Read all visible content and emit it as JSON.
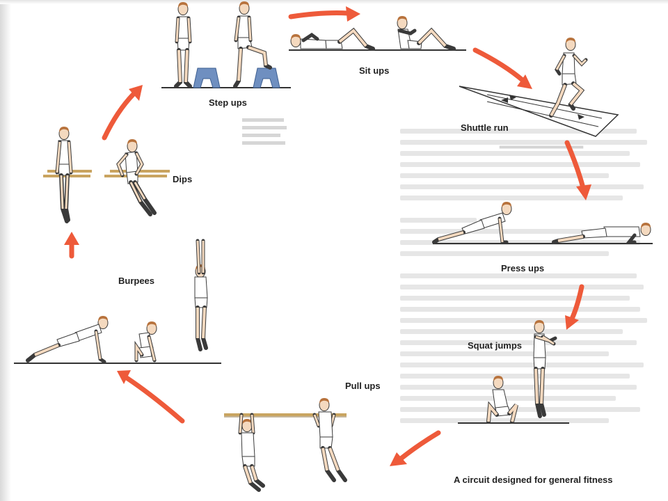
{
  "stations": {
    "step_ups": "Step ups",
    "sit_ups": "Sit ups",
    "shuttle_run": "Shuttle run",
    "press_ups": "Press ups",
    "squat_jumps": "Squat jumps",
    "pull_ups": "Pull ups",
    "burpees": "Burpees",
    "dips": "Dips"
  },
  "caption": "A circuit designed for general fitness",
  "colors": {
    "arrow": "#ee5a3a",
    "step_box": "#6f8fc0",
    "bar": "#c9a460",
    "figure_outline": "#3a3a3a",
    "hair": "#b8733d",
    "skin": "#f4d9bf"
  }
}
